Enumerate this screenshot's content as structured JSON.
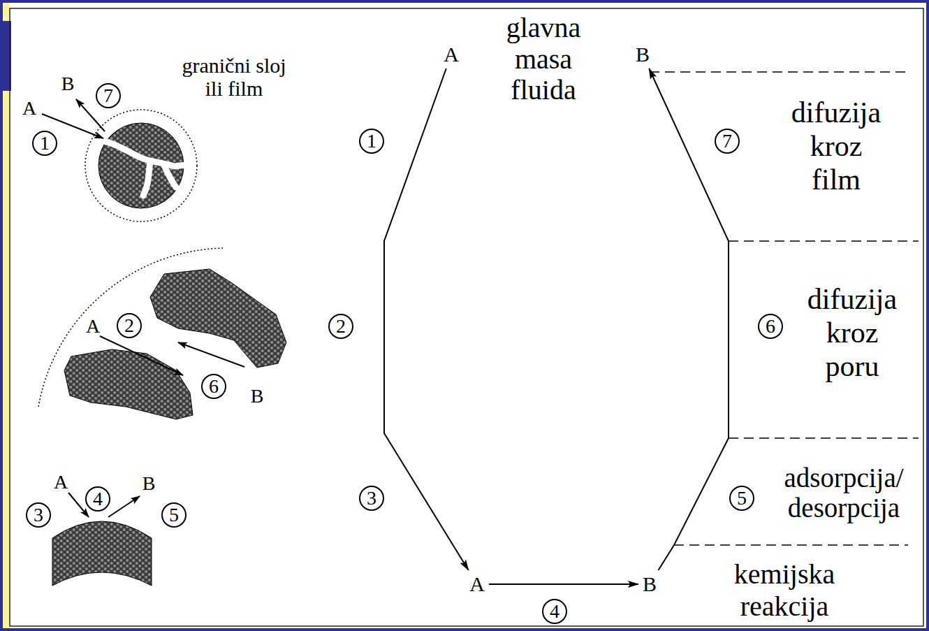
{
  "diagram": {
    "nodes": [
      {
        "text": [
          "7"
        ]
      },
      {
        "text": [
          "1"
        ]
      },
      {
        "text": [
          "2"
        ]
      },
      {
        "text": [
          "6"
        ]
      },
      {
        "text": [
          "3"
        ]
      },
      {
        "text": [
          "4"
        ]
      },
      {
        "text": [
          "5"
        ]
      },
      {
        "text": [
          "A"
        ]
      },
      {
        "text": [
          "B"
        ]
      },
      {
        "text": [
          "1"
        ]
      },
      {
        "text": [
          "7"
        ]
      },
      {
        "text": [
          "2"
        ]
      },
      {
        "text": [
          "6"
        ]
      },
      {
        "text": [
          "3"
        ]
      },
      {
        "text": [
          "5"
        ]
      },
      {
        "text": [
          "A"
        ]
      },
      {
        "text": [
          "B"
        ]
      },
      {
        "text": [
          "4"
        ]
      }
    ],
    "edges": [
      {
        "from": 7,
        "to": 15,
        "arrow": "to"
      },
      {
        "from": 15,
        "to": 16,
        "arrow": "to"
      },
      {
        "from": 16,
        "to": 8,
        "arrow": "to"
      }
    ],
    "labels": [
      "A",
      "B",
      "granični sloj ili film",
      "A",
      "B",
      "A",
      "B",
      "glavna masa fluida",
      "difuzija kroz film",
      "difuzija kroz poru",
      "adsorpcija/ desorpcija",
      "kemijska reakcija"
    ]
  }
}
